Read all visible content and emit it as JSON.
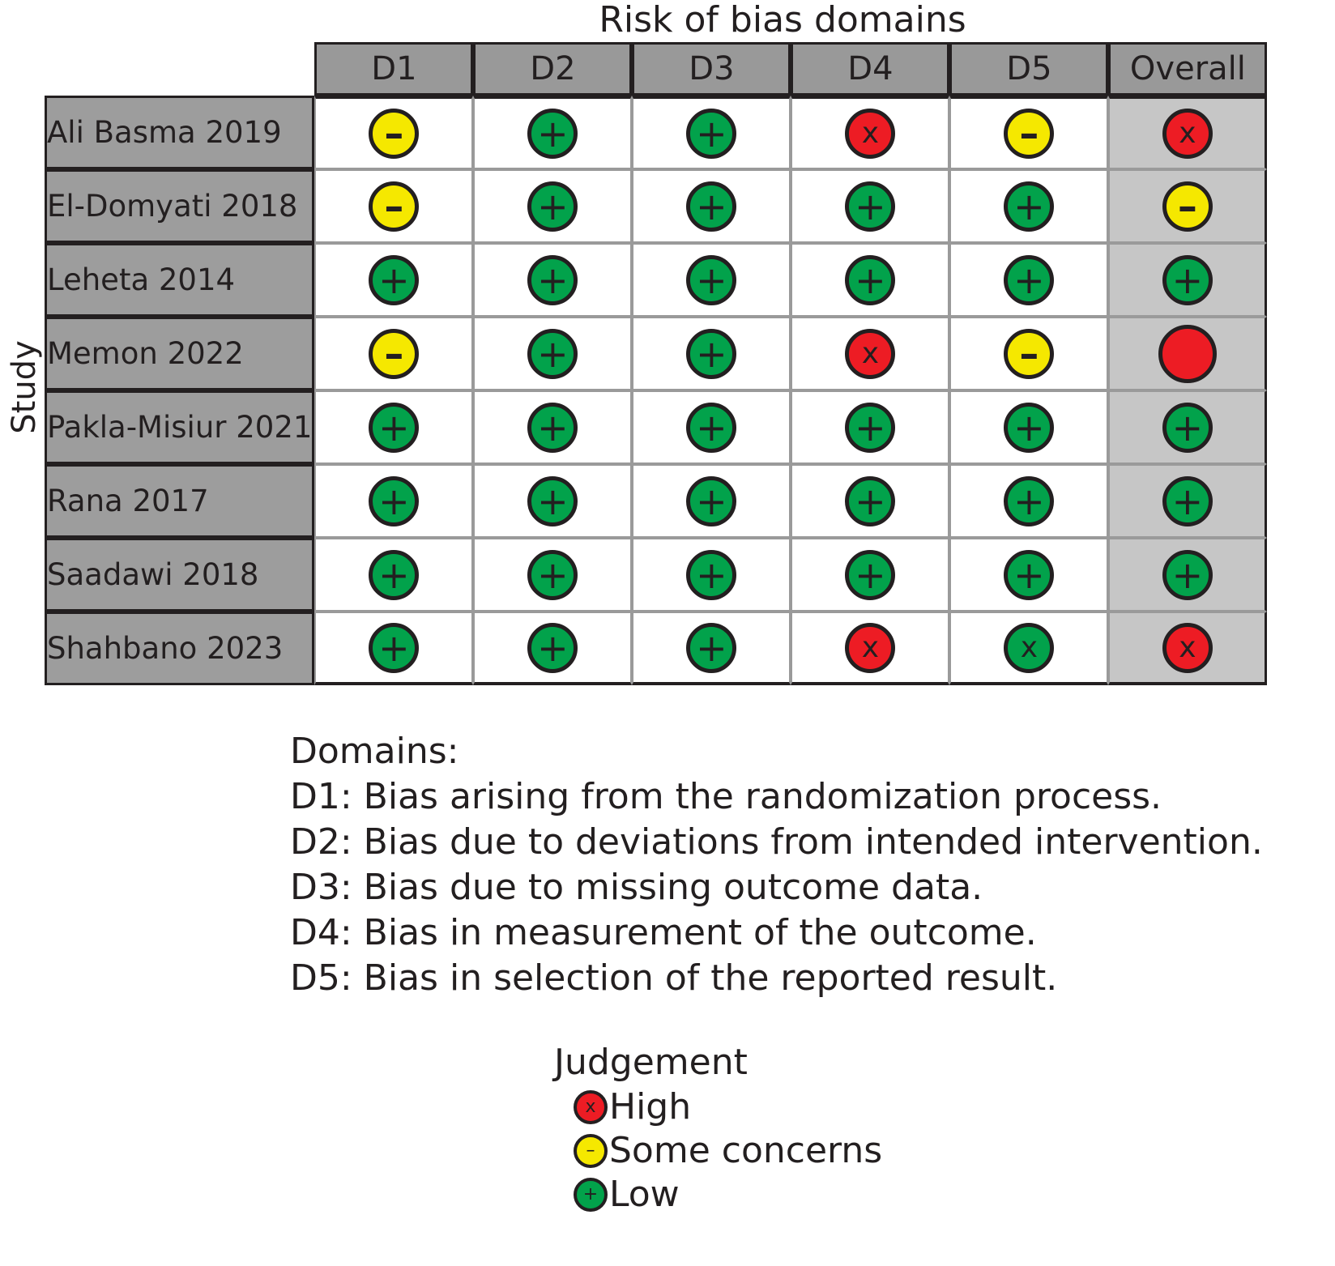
{
  "title": "Risk of bias domains",
  "axis": {
    "y_label": "Study"
  },
  "columns": [
    "D1",
    "D2",
    "D3",
    "D4",
    "D5",
    "Overall"
  ],
  "studies": [
    "Ali Basma 2019",
    "El-Domyati 2018",
    "Leheta 2014",
    "Memon 2022",
    "Pakla-Misiur 2021",
    "Rana 2017",
    "Saadawi 2018",
    "Shahbano 2023"
  ],
  "domains_heading": "Domains:",
  "domains": [
    "D1: Bias arising from the randomization process.",
    "D2: Bias due to deviations from intended intervention.",
    "D3: Bias due to missing outcome data.",
    "D4: Bias in measurement of the outcome.",
    "D5: Bias in selection of the reported result."
  ],
  "legend": {
    "title": "Judgement",
    "items": [
      {
        "key": "high",
        "label": "High",
        "glyph": "x",
        "color": "#ed1c24"
      },
      {
        "key": "some",
        "label": "Some concerns",
        "glyph": "–",
        "color": "#f5e800"
      },
      {
        "key": "low",
        "label": "Low",
        "glyph": "+",
        "color": "#02a24b"
      }
    ]
  },
  "colors": {
    "low": "#02a24b",
    "some_concerns": "#f5e800",
    "high": "#ed1c24",
    "header_grey": "#999999",
    "study_grey": "#9d9d9d",
    "overall_col_grey": "#c6c6c6",
    "cell_white": "#ffffff",
    "outline": "#231f20"
  },
  "chart_data": {
    "type": "table",
    "title": "Risk of bias domains",
    "xlabel": "Risk of bias domains",
    "ylabel": "Study",
    "categories": [
      "D1",
      "D2",
      "D3",
      "D4",
      "D5",
      "Overall"
    ],
    "rows": [
      {
        "study": "Ali Basma 2019",
        "judgements": [
          "some",
          "low",
          "low",
          "high",
          "some",
          "high"
        ]
      },
      {
        "study": "El-Domyati 2018",
        "judgements": [
          "some",
          "low",
          "low",
          "low",
          "low",
          "some"
        ]
      },
      {
        "study": "Leheta 2014",
        "judgements": [
          "low",
          "low",
          "low",
          "low",
          "low",
          "low"
        ]
      },
      {
        "study": "Memon 2022",
        "judgements": [
          "some",
          "low",
          "low",
          "high",
          "some",
          "high-blank"
        ]
      },
      {
        "study": "Pakla-Misiur 2021",
        "judgements": [
          "low",
          "low",
          "low",
          "low",
          "low",
          "low"
        ]
      },
      {
        "study": "Rana 2017",
        "judgements": [
          "low",
          "low",
          "low",
          "low",
          "low",
          "low"
        ]
      },
      {
        "study": "Saadawi 2018",
        "judgements": [
          "low",
          "low",
          "low",
          "low",
          "low",
          "low"
        ]
      },
      {
        "study": "Shahbano 2023",
        "judgements": [
          "low",
          "low",
          "low",
          "high",
          "low-x",
          "high"
        ]
      }
    ],
    "judgement_key": {
      "low": "Low (green, plus)",
      "some": "Some concerns (yellow, minus)",
      "high": "High (red, x)",
      "high-blank": "High (red, no glyph)",
      "low-x": "Green circle with x glyph"
    },
    "legend_position": "bottom-center",
    "grid": true
  }
}
